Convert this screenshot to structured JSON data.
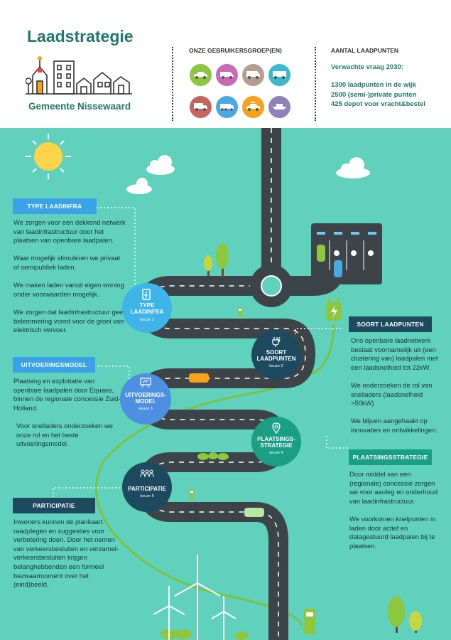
{
  "header": {
    "title": "Laadstrategie",
    "municipality": "Gemeente Nissewaard",
    "user_groups_title": "ONZE GEBRUIKERSGROEP(EN)",
    "charge_points_title": "AANTAL LAADPUNTEN",
    "expected_demand": "Verwachte vraag 2030:",
    "counts": [
      "1300 laadpunten in de wijk",
      "2500 (semi-)private punten",
      "425 depot voor vracht&bestel"
    ],
    "vehicles": [
      {
        "icon": "car-icon",
        "color": "#8dc63f"
      },
      {
        "icon": "van-icon",
        "color": "#c86bb5"
      },
      {
        "icon": "camper-icon",
        "color": "#b39e8f"
      },
      {
        "icon": "bus-icon",
        "color": "#3db9c9"
      },
      {
        "icon": "delivery-truck-icon",
        "color": "#c4645f"
      },
      {
        "icon": "truck-icon",
        "color": "#4aa9e0"
      },
      {
        "icon": "taxi-icon",
        "color": "#f7a21b"
      },
      {
        "icon": "boat-icon",
        "color": "#8d83b9"
      }
    ]
  },
  "sections": {
    "type_laadinfra": {
      "tag": "TYPE LAADINFRA",
      "paragraphs": [
        "We zorgen voor een dekkend netwerk van laadinfrastructuur door het plaatsen van openbare laadpalen.",
        "Waar mogelijk stimuleren we privaat of semipubliek laden.",
        "We maken laden vanuit eigen woning onder voorwaarden mogelijk.",
        "We zorgen dat laadinfrastructuur geen belemmering vormt voor de groei van elektrisch vervoer."
      ]
    },
    "uitvoeringsmodel": {
      "tag": "UITVOERINGSMODEL",
      "paragraphs": [
        "Plaatsing en exploitatie van openbare laadpalen door Equans, binnen de regionale concessie Zuid-Holland.",
        "Voor snelladers onderzoeken we onze rol en het beste uitvoeringsmodel."
      ]
    },
    "participatie": {
      "tag": "PARTICIPATIE",
      "paragraphs": [
        "Inwoners kunnen de plankaart raadplegen en suggesties voor verbetering doen. Door het nemen van verkeersbesluiten en verzamel-verkeersbesluiten krijgen belanghebbenden een formeel bezwaarmoment over het (eind)beeld."
      ]
    },
    "soort_laadpunten": {
      "tag": "SOORT LAADPUNTEN",
      "paragraphs": [
        "Ons openbare laadnetwerk bestaat voornamelijk uit (een clustering van) laadpalen met een laadsnelheid tot 22kW.",
        "We onderzoeken de rol van snelladers (laadsnelheid >50kW)",
        "We blijven aangehaakt op innovaties en ontwikkelingen."
      ]
    },
    "plaatsingsstrategie": {
      "tag": "PLAATSINGSSTRATEGIE",
      "paragraphs": [
        "Door middel van een (regionale) concessie zorgen we voor aanleg en onderhoud van laadinfrastructuur.",
        "We voorkomen knelpunten in laden door actief en datagestuurd laadpalen bij te plaatsen."
      ]
    }
  },
  "bubbles": [
    {
      "id": "type",
      "line1": "TYPE",
      "line2": "LAADINFRA",
      "keuze": "keuze 1",
      "color": "#3fb4e8",
      "icon": "charging-station-icon"
    },
    {
      "id": "soort",
      "line1": "SOORT",
      "line2": "LAADPUNTEN",
      "keuze": "keuze 2",
      "color": "#1d4a5e",
      "icon": "plug-bolt-icon"
    },
    {
      "id": "uitv",
      "line1": "UITVOERINGS-",
      "line2": "MODEL",
      "keuze": "keuze 3",
      "color": "#4d8fe0",
      "icon": "presentation-icon"
    },
    {
      "id": "plaats",
      "line1": "PLAATSINGS-",
      "line2": "STRATEGIE",
      "keuze": "keuze 4",
      "color": "#1b9f84",
      "icon": "location-pin-icon"
    },
    {
      "id": "part",
      "line1": "PARTICIPATIE",
      "line2": "",
      "keuze": "keuze 5",
      "color": "#1d4a5e",
      "icon": "people-icon"
    }
  ]
}
